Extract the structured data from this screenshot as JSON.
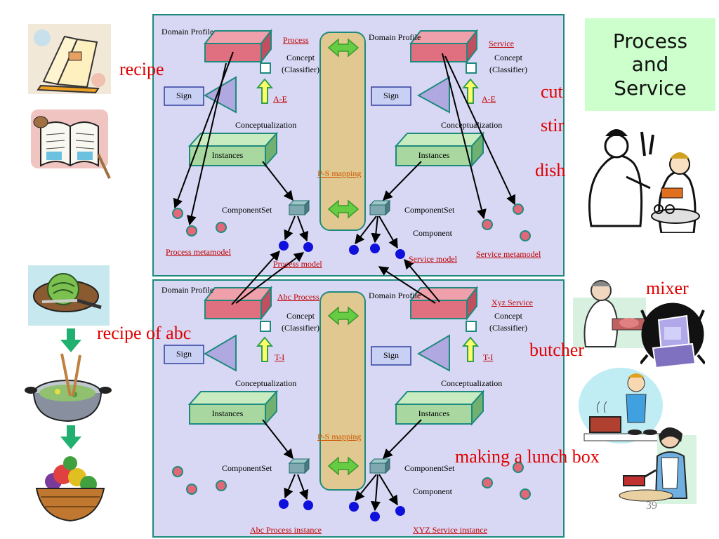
{
  "slide": {
    "title": [
      "Process",
      "and",
      "Service"
    ],
    "page_number": "39"
  },
  "annotations": {
    "recipe": "recipe",
    "recipe_of_abc": "recipe of abc",
    "cut": "cut",
    "stir": "stir",
    "dish": "dish",
    "mixer": "mixer",
    "butcher": "butcher",
    "lunch_box": "making a lunch box"
  },
  "top": {
    "left_domain": "Domain Profile",
    "right_domain": "Domain Profile",
    "process_link": "Process",
    "service_link": "Service",
    "concept_left": "Concept",
    "classifier_left": "(Classifier)",
    "concept_right": "Concept",
    "classifier_right": "(Classifier)",
    "sign_left": "Sign",
    "sign_right": "Sign",
    "ae_left": "A-E",
    "ae_right": "A-E",
    "conceptualization_left": "Conceptualization",
    "conceptualization_right": "Conceptualization",
    "instances_left": "Instances",
    "instances_right": "Instances",
    "ps_mapping": "P-S mapping",
    "componentset_left": "ComponentSet",
    "componentset_right": "ComponentSet",
    "component": "Component",
    "process_metamodel": "Process metamodel",
    "process_model": "Process model",
    "service_model": "Service model",
    "service_metamodel": "Service metamodel"
  },
  "bottom": {
    "left_domain": "Domain Profile",
    "right_domain": "Domain Profile",
    "process_link": "Abc Process",
    "service_link": "Xyz Service",
    "concept_left": "Concept",
    "classifier_left": "(Classifier)",
    "concept_right": "Concept",
    "classifier_right": "(Classifier)",
    "sign_left": "Sign",
    "sign_right": "Sign",
    "ti_left": "T-I",
    "ti_right": "T-I",
    "conceptualization_left": "Conceptualization",
    "conceptualization_right": "Conceptualization",
    "instances_left": "Instances",
    "instances_right": "Instances",
    "ps_mapping": "P-S mapping",
    "componentset_left": "ComponentSet",
    "componentset_right": "ComponentSet",
    "component": "Component",
    "abc_instance": "Abc Process instance",
    "xyz_instance": "XYZ Service instance"
  },
  "colors": {
    "panel_bg": "#d8d8f4",
    "panel_border": "#1e8a7e",
    "profile_box": "#e07080",
    "instances_box": "#a8d8a0",
    "mapping_bar": "#e0c890",
    "green_arrow": "#66cc44",
    "yellow_arrow": "#ffff66",
    "sign_fill": "#c0c8f0",
    "triangle_fill": "#b0a8e0",
    "node_pink": "#e06878",
    "node_blue": "#1010dd",
    "annotation_red": "#e00000",
    "title_bg": "#ccffcc"
  },
  "icons": [
    "recipe-book-icon",
    "open-cookbook-icon",
    "cabbage-knife-icon",
    "stir-pot-icon",
    "fruit-basket-icon",
    "cooks-icon",
    "butcher-icon",
    "mixer-icon",
    "cooking-boy-icon",
    "lunch-box-woman-icon",
    "down-arrow-icon"
  ]
}
